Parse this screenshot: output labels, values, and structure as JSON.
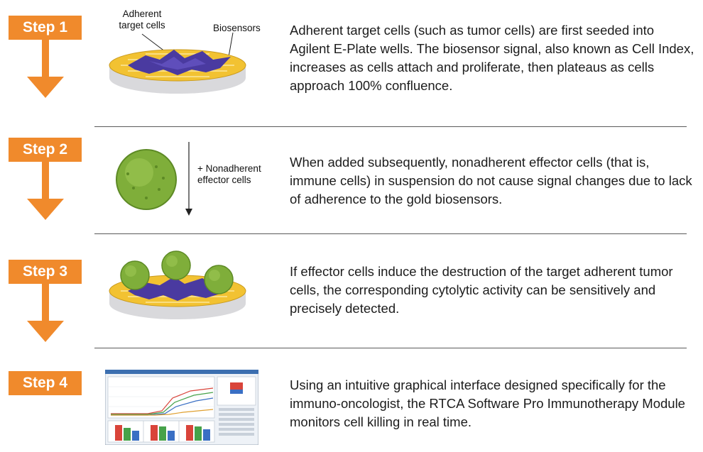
{
  "steps": [
    {
      "label": "Step 1",
      "text": "Adherent target cells (such as tumor cells) are first seeded into Agilent E-Plate wells. The biosensor signal, also known as Cell Index, increases as cells attach and proliferate, then plateaus as cells approach 100% confluence."
    },
    {
      "label": "Step 2",
      "text": "When added subsequently, nonadherent effector cells (that is, immune cells) in suspension do not cause signal changes due to lack of adherence to the gold biosensors."
    },
    {
      "label": "Step 3",
      "text": "If effector cells induce the destruction of the target adherent tumor cells, the corresponding cytolytic activity can be sensitively and precisely detected."
    },
    {
      "label": "Step 4",
      "text": "Using an intuitive graphical interface designed specifically for the immuno-oncologist, the RTCA Software Pro Immunotherapy Module monitors cell killing in real time."
    }
  ],
  "labels": {
    "adherent_line1": "Adherent",
    "adherent_line2": "target cells",
    "biosensors": "Biosensors",
    "nonadherent_line1": "+ Nonadherent",
    "nonadherent_line2": "effector cells"
  },
  "colors": {
    "step_orange": "#f08a2c",
    "gold": "#f2c232",
    "tumor_purple": "#4a3aa0",
    "effector_green": "#7fae3a",
    "divider": "#5a5a5a"
  }
}
